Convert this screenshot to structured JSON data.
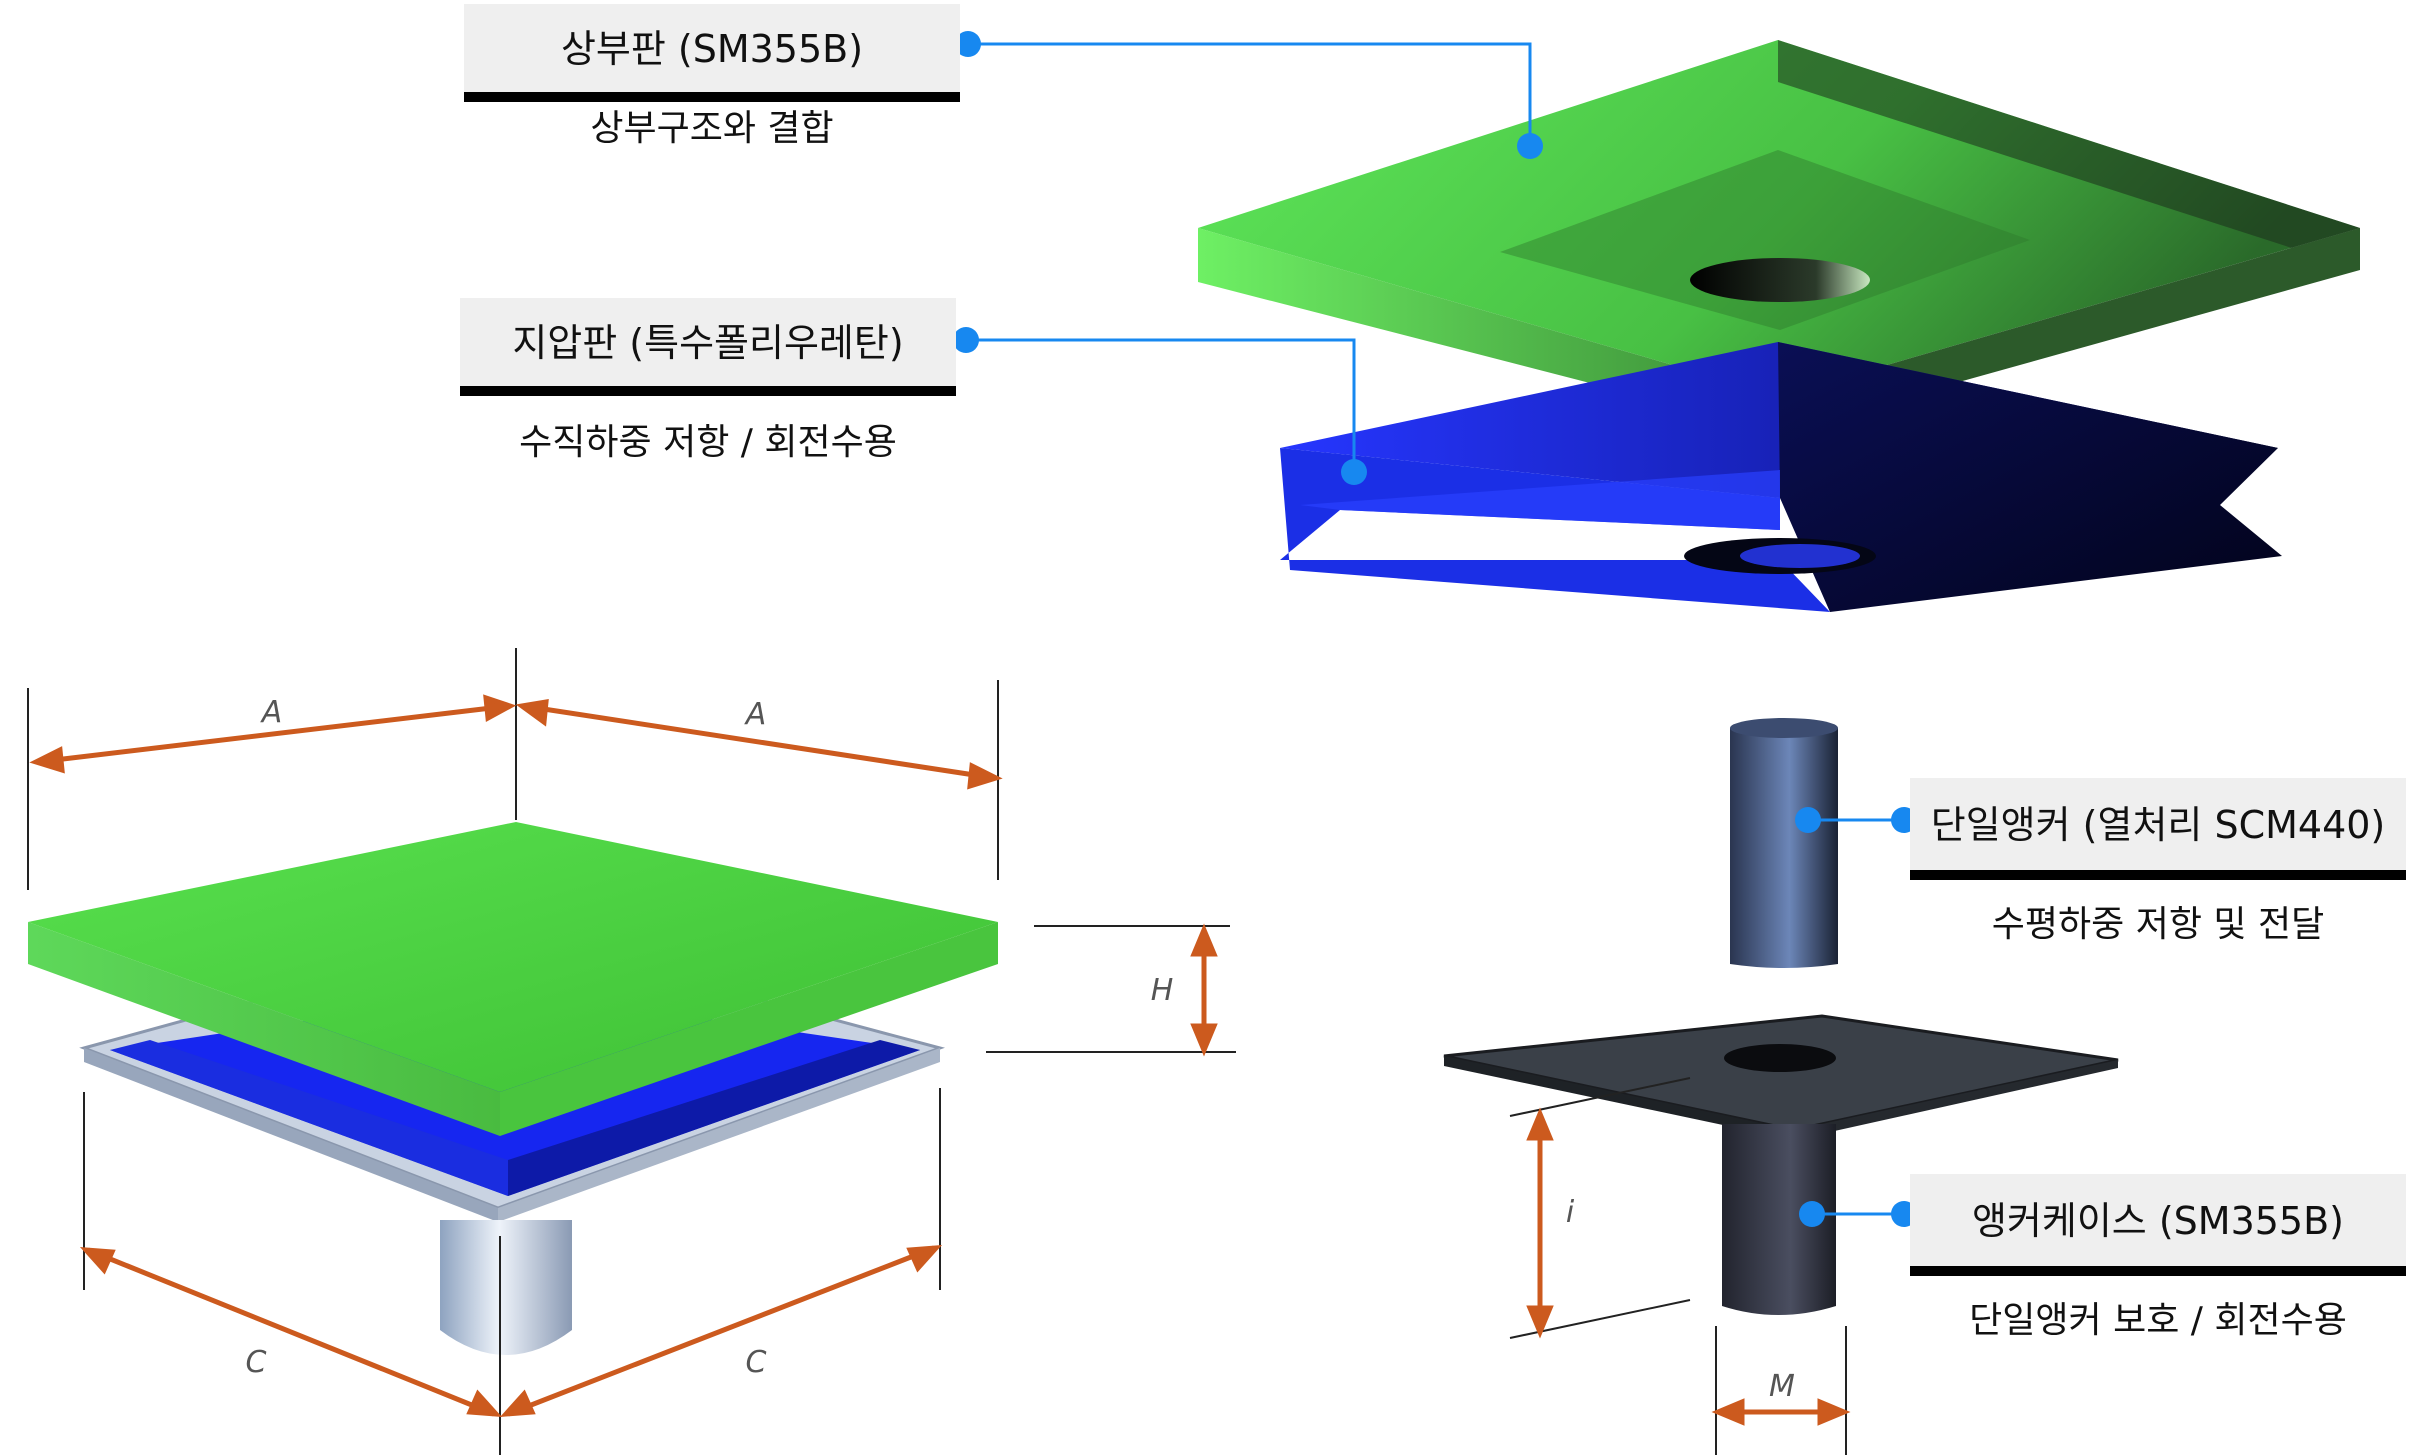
{
  "labels": {
    "top_plate": {
      "title": "상부판 (SM355B)",
      "subtitle": "상부구조와 결합"
    },
    "bearing_plate": {
      "title": "지압판 (특수폴리우레탄)",
      "subtitle": "수직하중 저항 / 회전수용"
    },
    "anchor": {
      "title": "단일앵커 (열처리 SCM440)",
      "subtitle": "수평하중 저항 및 전달"
    },
    "anchor_case": {
      "title": "앵커케이스 (SM355B)",
      "subtitle": "단일앵커 보호 / 회전수용"
    }
  },
  "dimensions": {
    "a_left": "A",
    "a_right": "A",
    "h": "H",
    "c_left": "C",
    "c_right": "C",
    "i": "i",
    "m": "M"
  },
  "colors": {
    "top_plate": "#4fd64a",
    "bearing_plate": "#1a2ad8",
    "leader_dot": "#1788f0",
    "dimension_arrow": "#cc5a1e",
    "label_box": "#efefef"
  }
}
